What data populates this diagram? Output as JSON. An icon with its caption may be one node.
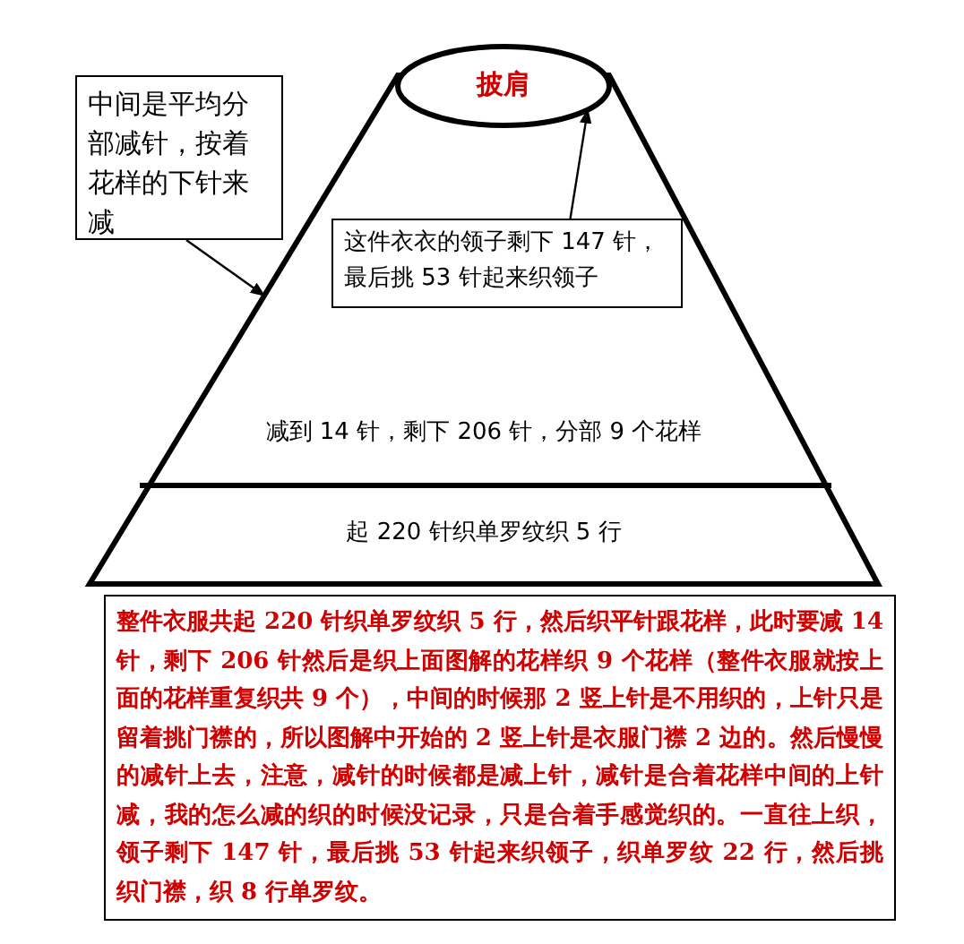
{
  "diagram": {
    "nodes": [
      {
        "text": [
          "中间是平均分部减针，按着花样的下针来减"
        ]
      },
      {
        "text": [
          "披肩"
        ]
      },
      {
        "text": [
          "减到 14 针，剩下 206 针，分部 9 个花样",
          "起 220 针织单罗纹织 5 行"
        ]
      },
      {
        "text": [
          "这件衣衣的领子剩下 147 针，最后挑 53 针起来织领子"
        ],
        "in": 2
      },
      {
        "text": [
          "整件衣服共起 220 针织单罗纹织 5 行，然后织平针跟花样，此时要减 14 针，剩下 206 针然后是织上面图解的花样织 9 个花样（整件衣服就按上面的花样重复织共 9 个），中间的时候那 2 竖上针是不用织的，上针只是留着挑门襟的，所以图解中开始的 2 竖上针是衣服门襟 2 边的。然后慢慢的减针上去，注意，减针的时候都是减上针，减针是合着花样中间的上针减，我的怎么减的织的时候没记录，只是合着手感觉织的。一直往上织，领子剩下 147 针，最后挑 53 针起来织领子，织单罗纹 22 行，然后挑织门襟，织 8 行单罗纹。"
        ]
      }
    ],
    "edges": [
      {
        "from": 0,
        "to": 2,
        "arrow": "to"
      },
      {
        "from": 3,
        "to": 1,
        "arrow": "to"
      }
    ]
  }
}
